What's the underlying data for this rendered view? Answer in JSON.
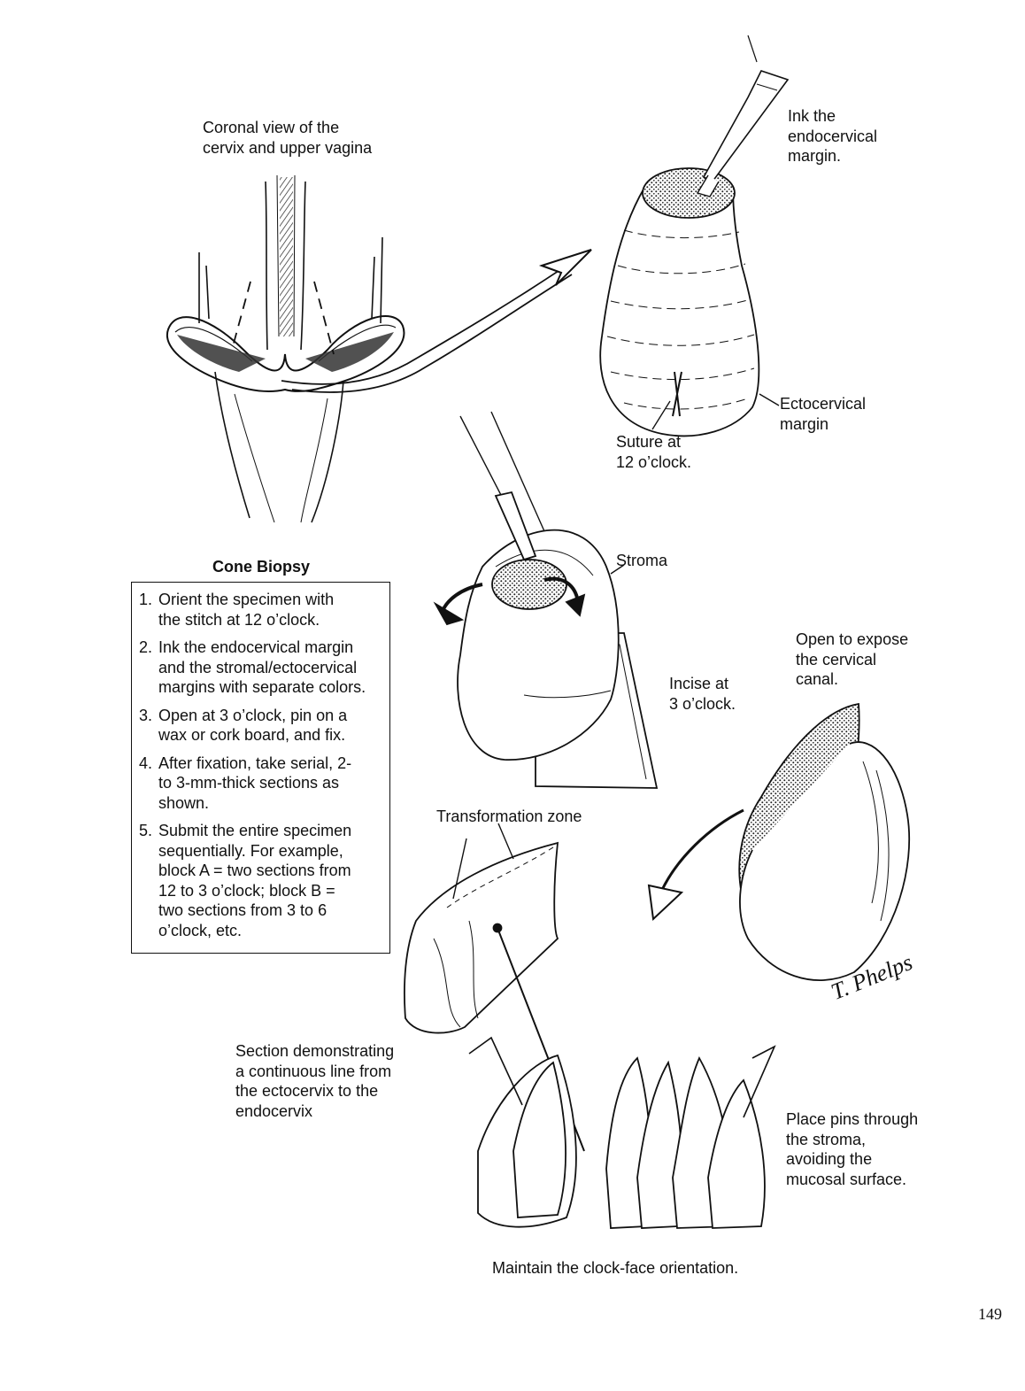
{
  "labels": {
    "coronal_view": "Coronal view of the\ncervix and upper vagina",
    "ink_endocervical": "Ink the\nendocervical\nmargin.",
    "ectocervical_margin": "Ectocervical\nmargin",
    "suture": "Suture at\n12 o’clock.",
    "stroma": "Stroma",
    "open_to_expose": "Open to expose\nthe cervical\ncanal.",
    "incise": "Incise at\n3 o’clock.",
    "transformation_zone": "Transformation zone",
    "section_demonstrating": "Section demonstrating\na continuous line from\nthe ectocervix to the\nendocervix",
    "place_pins": "Place pins through\nthe stroma,\navoiding the\nmucosal surface.",
    "maintain": "Maintain the clock-face orientation."
  },
  "box": {
    "title": "Cone Biopsy",
    "steps": [
      {
        "num": "1.",
        "text": "Orient the specimen with\nthe stitch at 12 o’clock."
      },
      {
        "num": "2.",
        "text": "Ink the endocervical margin\nand the stromal/ectocervical\nmargins with separate colors."
      },
      {
        "num": "3.",
        "text": "Open at 3 o’clock, pin on a\nwax or cork board, and fix."
      },
      {
        "num": "4.",
        "text": "After fixation, take serial, 2-\nto 3-mm-thick sections as\nshown."
      },
      {
        "num": "5.",
        "text": "Submit the entire specimen\nsequentially. For example,\nblock A = two sections from\n12 to 3 o’clock; block B =\ntwo sections from 3 to 6\no’clock, etc."
      }
    ]
  },
  "signature": "T. Phelps",
  "page_number": "149"
}
